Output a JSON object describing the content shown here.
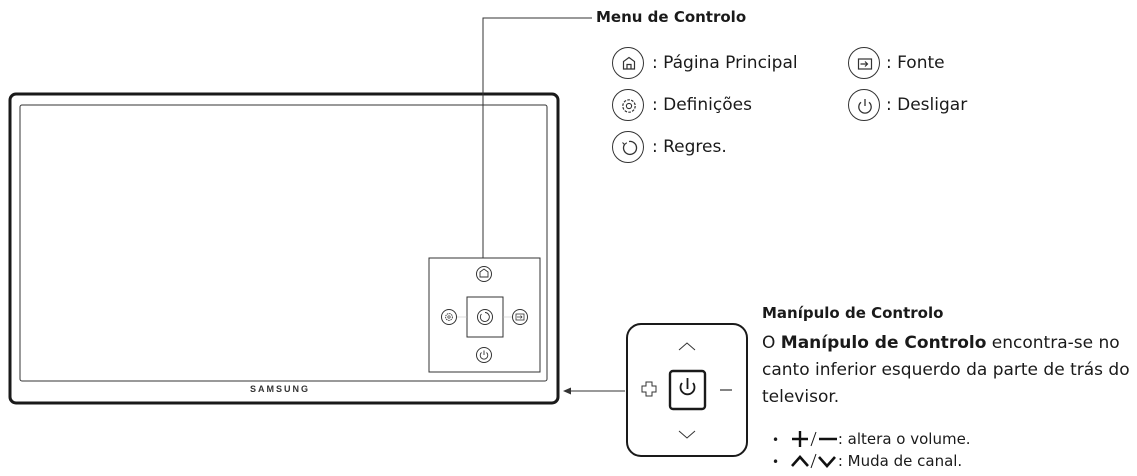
{
  "control_menu": {
    "title": "Menu de Controlo",
    "items": [
      {
        "icon": "home-icon",
        "label": ": Página Principal"
      },
      {
        "icon": "source-icon",
        "label": ": Fonte"
      },
      {
        "icon": "settings-icon",
        "label": ": Definições"
      },
      {
        "icon": "power-icon",
        "label": ": Desligar"
      },
      {
        "icon": "return-icon",
        "label": ": Regres."
      }
    ]
  },
  "tv": {
    "brand": "SAMSUNG"
  },
  "control_stick": {
    "title": "Manípulo de Controlo",
    "desc_prefix": "O ",
    "desc_bold": "Manípulo de Controlo",
    "desc_suffix": " encontra-se no canto inferior esquerdo da parte de trás do televisor.",
    "bullets": [
      {
        "icon": "plus-minus-icon",
        "text": ": altera o volume."
      },
      {
        "icon": "up-down-icon",
        "text": ": Muda de canal."
      }
    ]
  }
}
